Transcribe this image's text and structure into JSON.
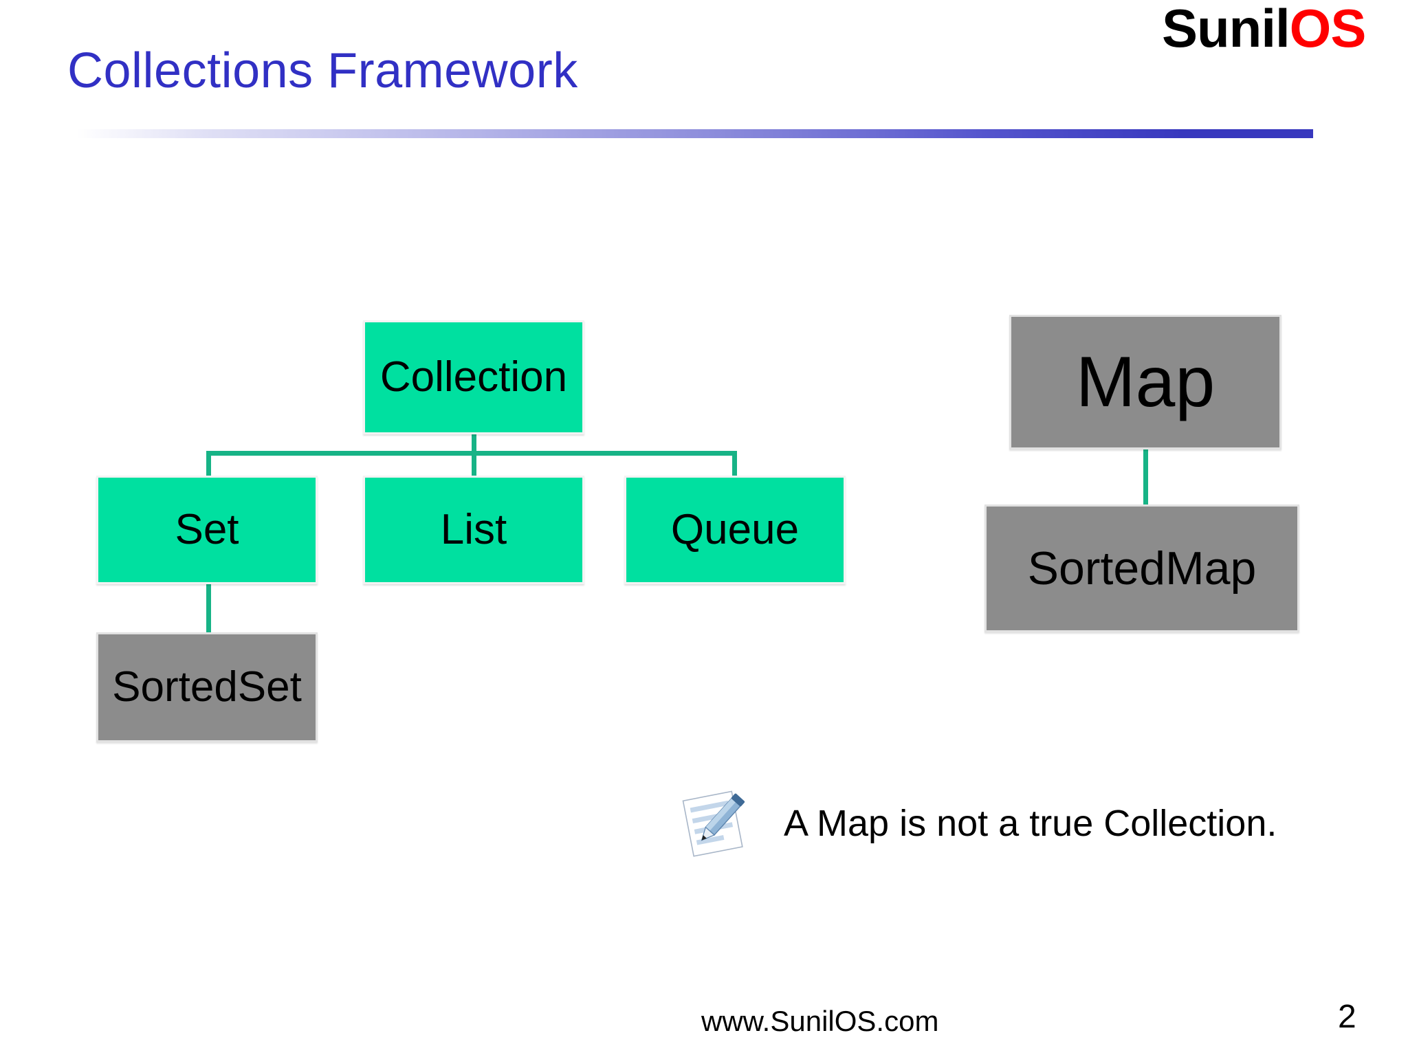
{
  "slide": {
    "title": "Collections Framework",
    "page_number": "2",
    "footer_url": "www.SunilOS.com",
    "background_color": "#ffffff"
  },
  "logo": {
    "part_black": "Sunil",
    "part_red": "OS",
    "black_color": "#000000",
    "red_color": "#ff0000"
  },
  "theme": {
    "title_color": "#3130c4",
    "rule_gradient_end": "#3838be",
    "node_green": "#00e0a0",
    "node_gray": "#8c8c8c",
    "connector_green": "#17b386",
    "node_border": "#f0f0f0"
  },
  "diagram": {
    "type": "hierarchy",
    "nodes": [
      {
        "id": "collection",
        "label": "Collection",
        "style": "green"
      },
      {
        "id": "set",
        "label": "Set",
        "style": "green"
      },
      {
        "id": "list",
        "label": "List",
        "style": "green"
      },
      {
        "id": "queue",
        "label": "Queue",
        "style": "green"
      },
      {
        "id": "sortedset",
        "label": "SortedSet",
        "style": "gray"
      },
      {
        "id": "map",
        "label": "Map",
        "style": "gray"
      },
      {
        "id": "sortedmap",
        "label": "SortedMap",
        "style": "gray"
      }
    ],
    "edges": [
      {
        "from": "collection",
        "to": "set"
      },
      {
        "from": "collection",
        "to": "list"
      },
      {
        "from": "collection",
        "to": "queue"
      },
      {
        "from": "set",
        "to": "sortedset"
      },
      {
        "from": "map",
        "to": "sortedmap"
      }
    ]
  },
  "note": {
    "icon": "note-pencil-icon",
    "text": "A Map is not a true Collection."
  }
}
